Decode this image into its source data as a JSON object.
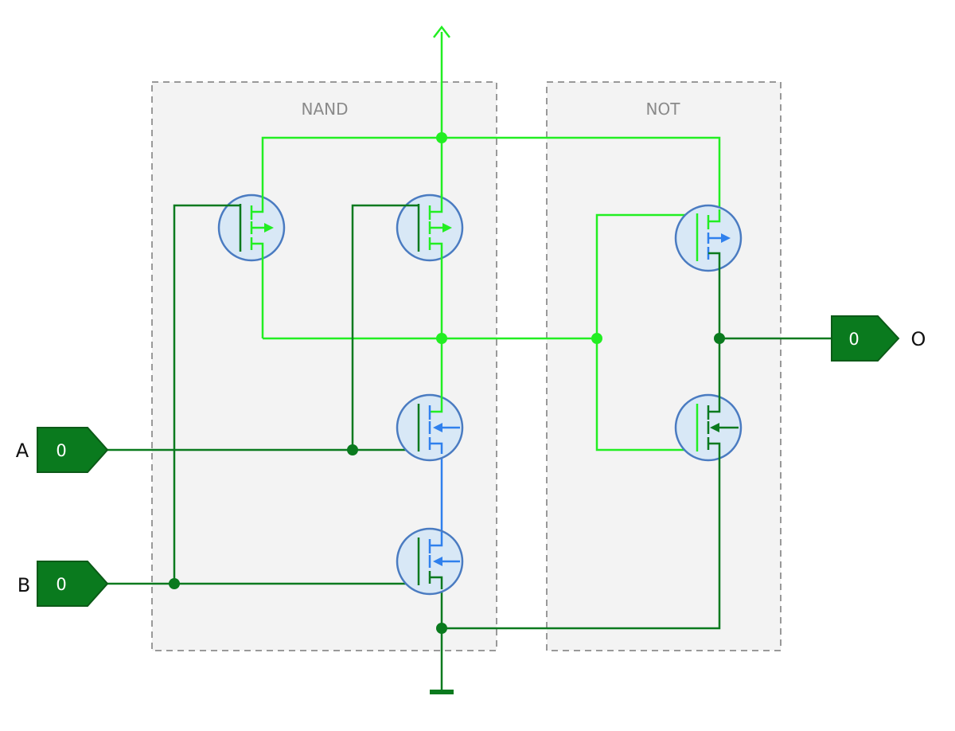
{
  "blocks": {
    "nand": {
      "label": "NAND"
    },
    "not": {
      "label": "NOT"
    }
  },
  "inputs": [
    {
      "name": "A",
      "value": "0"
    },
    {
      "name": "B",
      "value": "0"
    }
  ],
  "outputs": [
    {
      "name": "O",
      "value": "0"
    }
  ],
  "colors": {
    "high": "#22ee22",
    "low": "#0a7a1e",
    "floating": "#2f80ed",
    "transistor_fill": "#d8e8f6",
    "transistor_stroke": "#4a7bc1",
    "block_fill": "#f3f3f3",
    "block_border": "#999999",
    "pin_fill": "#0a7a1e"
  },
  "icons": {
    "supply": "arrow-up-icon",
    "ground": "ground-icon"
  }
}
